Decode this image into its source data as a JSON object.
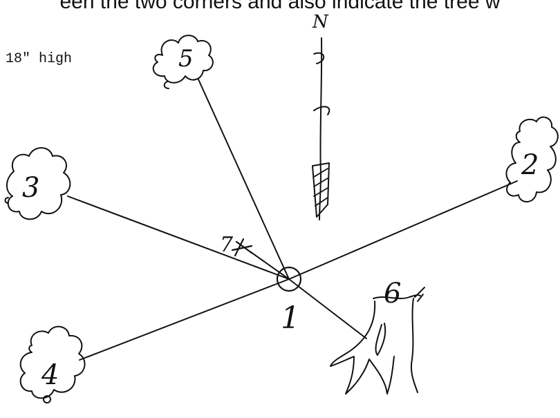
{
  "header": {
    "text": "een the two corners and also indicate the tree w"
  },
  "note": {
    "text": "18\" high"
  },
  "compass": {
    "label": "N"
  },
  "center": {
    "label": "1"
  },
  "trees": [
    {
      "label": "2"
    },
    {
      "label": "3"
    },
    {
      "label": "4"
    },
    {
      "label": "5"
    }
  ],
  "stump": {
    "label": "6"
  },
  "marker": {
    "label": "7"
  },
  "colors": {
    "ink": "#111111",
    "background": "#ffffff"
  }
}
